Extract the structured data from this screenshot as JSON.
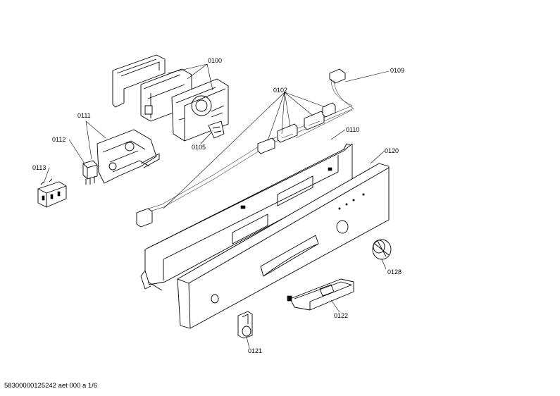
{
  "labels": {
    "p0100": "0100",
    "p0102": "0102",
    "p0105": "0105",
    "p0109": "0109",
    "p0110": "0110",
    "p0111": "0111",
    "p0112": "0112",
    "p0113": "0113",
    "p0120": "0120",
    "p0121": "0121",
    "p0122": "0122",
    "p0128": "0128"
  },
  "footer": "58300000125242 aet 000 a 1/6"
}
